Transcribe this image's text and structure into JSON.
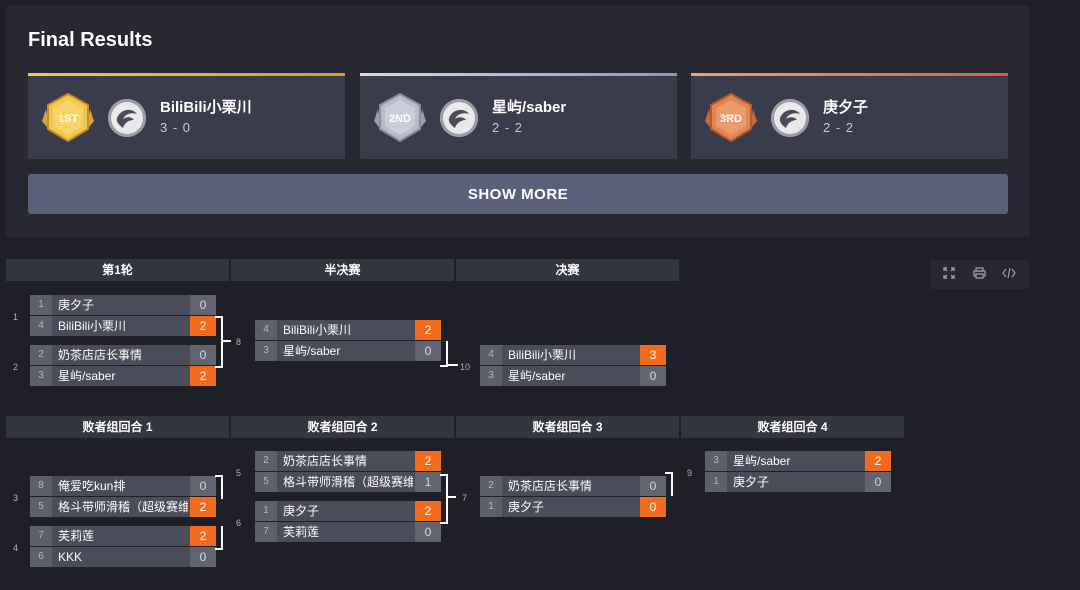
{
  "results": {
    "title": "Final Results",
    "show_more": "SHOW MORE",
    "places": [
      {
        "medal": "1ST",
        "name": "BiliBili小栗川",
        "score": "3 - 0",
        "color": "#f2c94c"
      },
      {
        "medal": "2ND",
        "name": "星屿/saber",
        "score": "2 - 2",
        "color": "#aab1cf"
      },
      {
        "medal": "3RD",
        "name": "庚夕子",
        "score": "2 - 2",
        "color": "#e07a4a"
      }
    ]
  },
  "bracket": {
    "upper_rounds": [
      "第1轮",
      "半决赛",
      "决赛"
    ],
    "lower_rounds": [
      "败者组回合 1",
      "败者组回合 2",
      "败者组回合 3",
      "败者组回合 4"
    ],
    "matches": {
      "m1": {
        "num": "1",
        "rows": [
          {
            "seed": "1",
            "team": "庚夕子",
            "score": "0"
          },
          {
            "seed": "4",
            "team": "BiliBili小栗川",
            "score": "2"
          }
        ]
      },
      "m2": {
        "num": "2",
        "rows": [
          {
            "seed": "2",
            "team": "奶茶店店长事情",
            "score": "0"
          },
          {
            "seed": "3",
            "team": "星屿/saber",
            "score": "2"
          }
        ]
      },
      "m8": {
        "num": "8",
        "rows": [
          {
            "seed": "4",
            "team": "BiliBili小栗川",
            "score": "2"
          },
          {
            "seed": "3",
            "team": "星屿/saber",
            "score": "0"
          }
        ]
      },
      "m10": {
        "num": "10",
        "rows": [
          {
            "seed": "4",
            "team": "BiliBili小栗川",
            "score": "3"
          },
          {
            "seed": "3",
            "team": "星屿/saber",
            "score": "0"
          }
        ]
      },
      "m3": {
        "num": "3",
        "rows": [
          {
            "seed": "8",
            "team": "俺爱吃kun排",
            "score": "0"
          },
          {
            "seed": "5",
            "team": "格斗带师滑稽（超级赛维人）",
            "score": "2"
          }
        ]
      },
      "m4": {
        "num": "4",
        "rows": [
          {
            "seed": "7",
            "team": "芙莉莲",
            "score": "2"
          },
          {
            "seed": "6",
            "team": "KKK",
            "score": "0"
          }
        ]
      },
      "m5": {
        "num": "5",
        "rows": [
          {
            "seed": "2",
            "team": "奶茶店店长事情",
            "score": "2"
          },
          {
            "seed": "5",
            "team": "格斗带师滑稽（超级赛维人）",
            "score": "1"
          }
        ]
      },
      "m6": {
        "num": "6",
        "rows": [
          {
            "seed": "1",
            "team": "庚夕子",
            "score": "2"
          },
          {
            "seed": "7",
            "team": "芙莉莲",
            "score": "0"
          }
        ]
      },
      "m7": {
        "num": "7",
        "rows": [
          {
            "seed": "2",
            "team": "奶茶店店长事情",
            "score": "0"
          },
          {
            "seed": "1",
            "team": "庚夕子",
            "score": "0"
          }
        ]
      },
      "m9": {
        "num": "9",
        "rows": [
          {
            "seed": "3",
            "team": "星屿/saber",
            "score": "2"
          },
          {
            "seed": "1",
            "team": "庚夕子",
            "score": "0"
          }
        ]
      }
    }
  },
  "toolbar": {
    "icons": [
      "expand-icon",
      "print-icon",
      "code-icon"
    ]
  },
  "colors": {
    "accent": "#f26b1d",
    "background": "#1e1f27",
    "panel": "#272831"
  }
}
